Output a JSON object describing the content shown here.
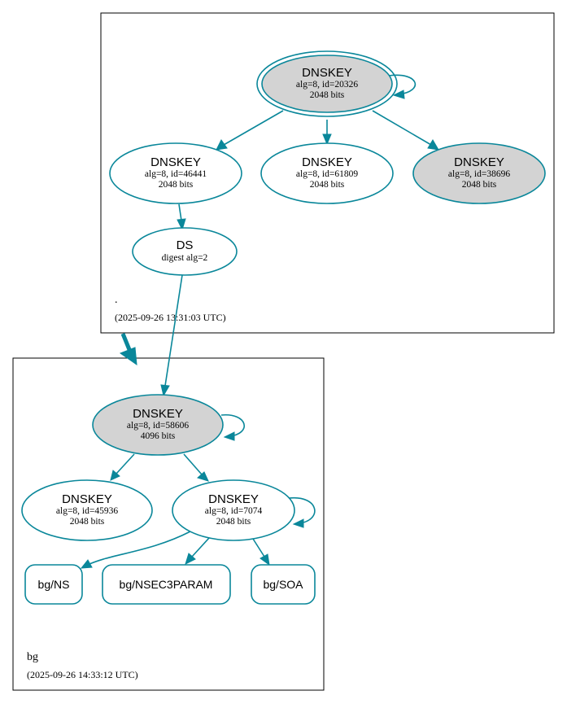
{
  "colors": {
    "edge": "#0a879a",
    "key_fill_grey": "#d3d3d3",
    "key_fill_white": "#ffffff",
    "cluster_border": "#000000"
  },
  "zones": {
    "root": {
      "label": ".",
      "timestamp": "(2025-09-26 13:31:03 UTC)"
    },
    "bg": {
      "label": "bg",
      "timestamp": "(2025-09-26 14:33:12 UTC)"
    }
  },
  "nodes": {
    "root_ksk": {
      "title": "DNSKEY",
      "line1": "alg=8, id=20326",
      "line2": "2048 bits"
    },
    "root_zsk": {
      "title": "DNSKEY",
      "line1": "alg=8, id=46441",
      "line2": "2048 bits"
    },
    "root_key_61809": {
      "title": "DNSKEY",
      "line1": "alg=8, id=61809",
      "line2": "2048 bits"
    },
    "root_key_38696": {
      "title": "DNSKEY",
      "line1": "alg=8, id=38696",
      "line2": "2048 bits"
    },
    "bg_ds": {
      "title": "DS",
      "line1": "digest alg=2"
    },
    "bg_ksk": {
      "title": "DNSKEY",
      "line1": "alg=8, id=58606",
      "line2": "4096 bits"
    },
    "bg_key_45936": {
      "title": "DNSKEY",
      "line1": "alg=8, id=45936",
      "line2": "2048 bits"
    },
    "bg_zsk": {
      "title": "DNSKEY",
      "line1": "alg=8, id=7074",
      "line2": "2048 bits"
    }
  },
  "rrsets": {
    "ns": "bg/NS",
    "nsec3param": "bg/NSEC3PARAM",
    "soa": "bg/SOA"
  }
}
